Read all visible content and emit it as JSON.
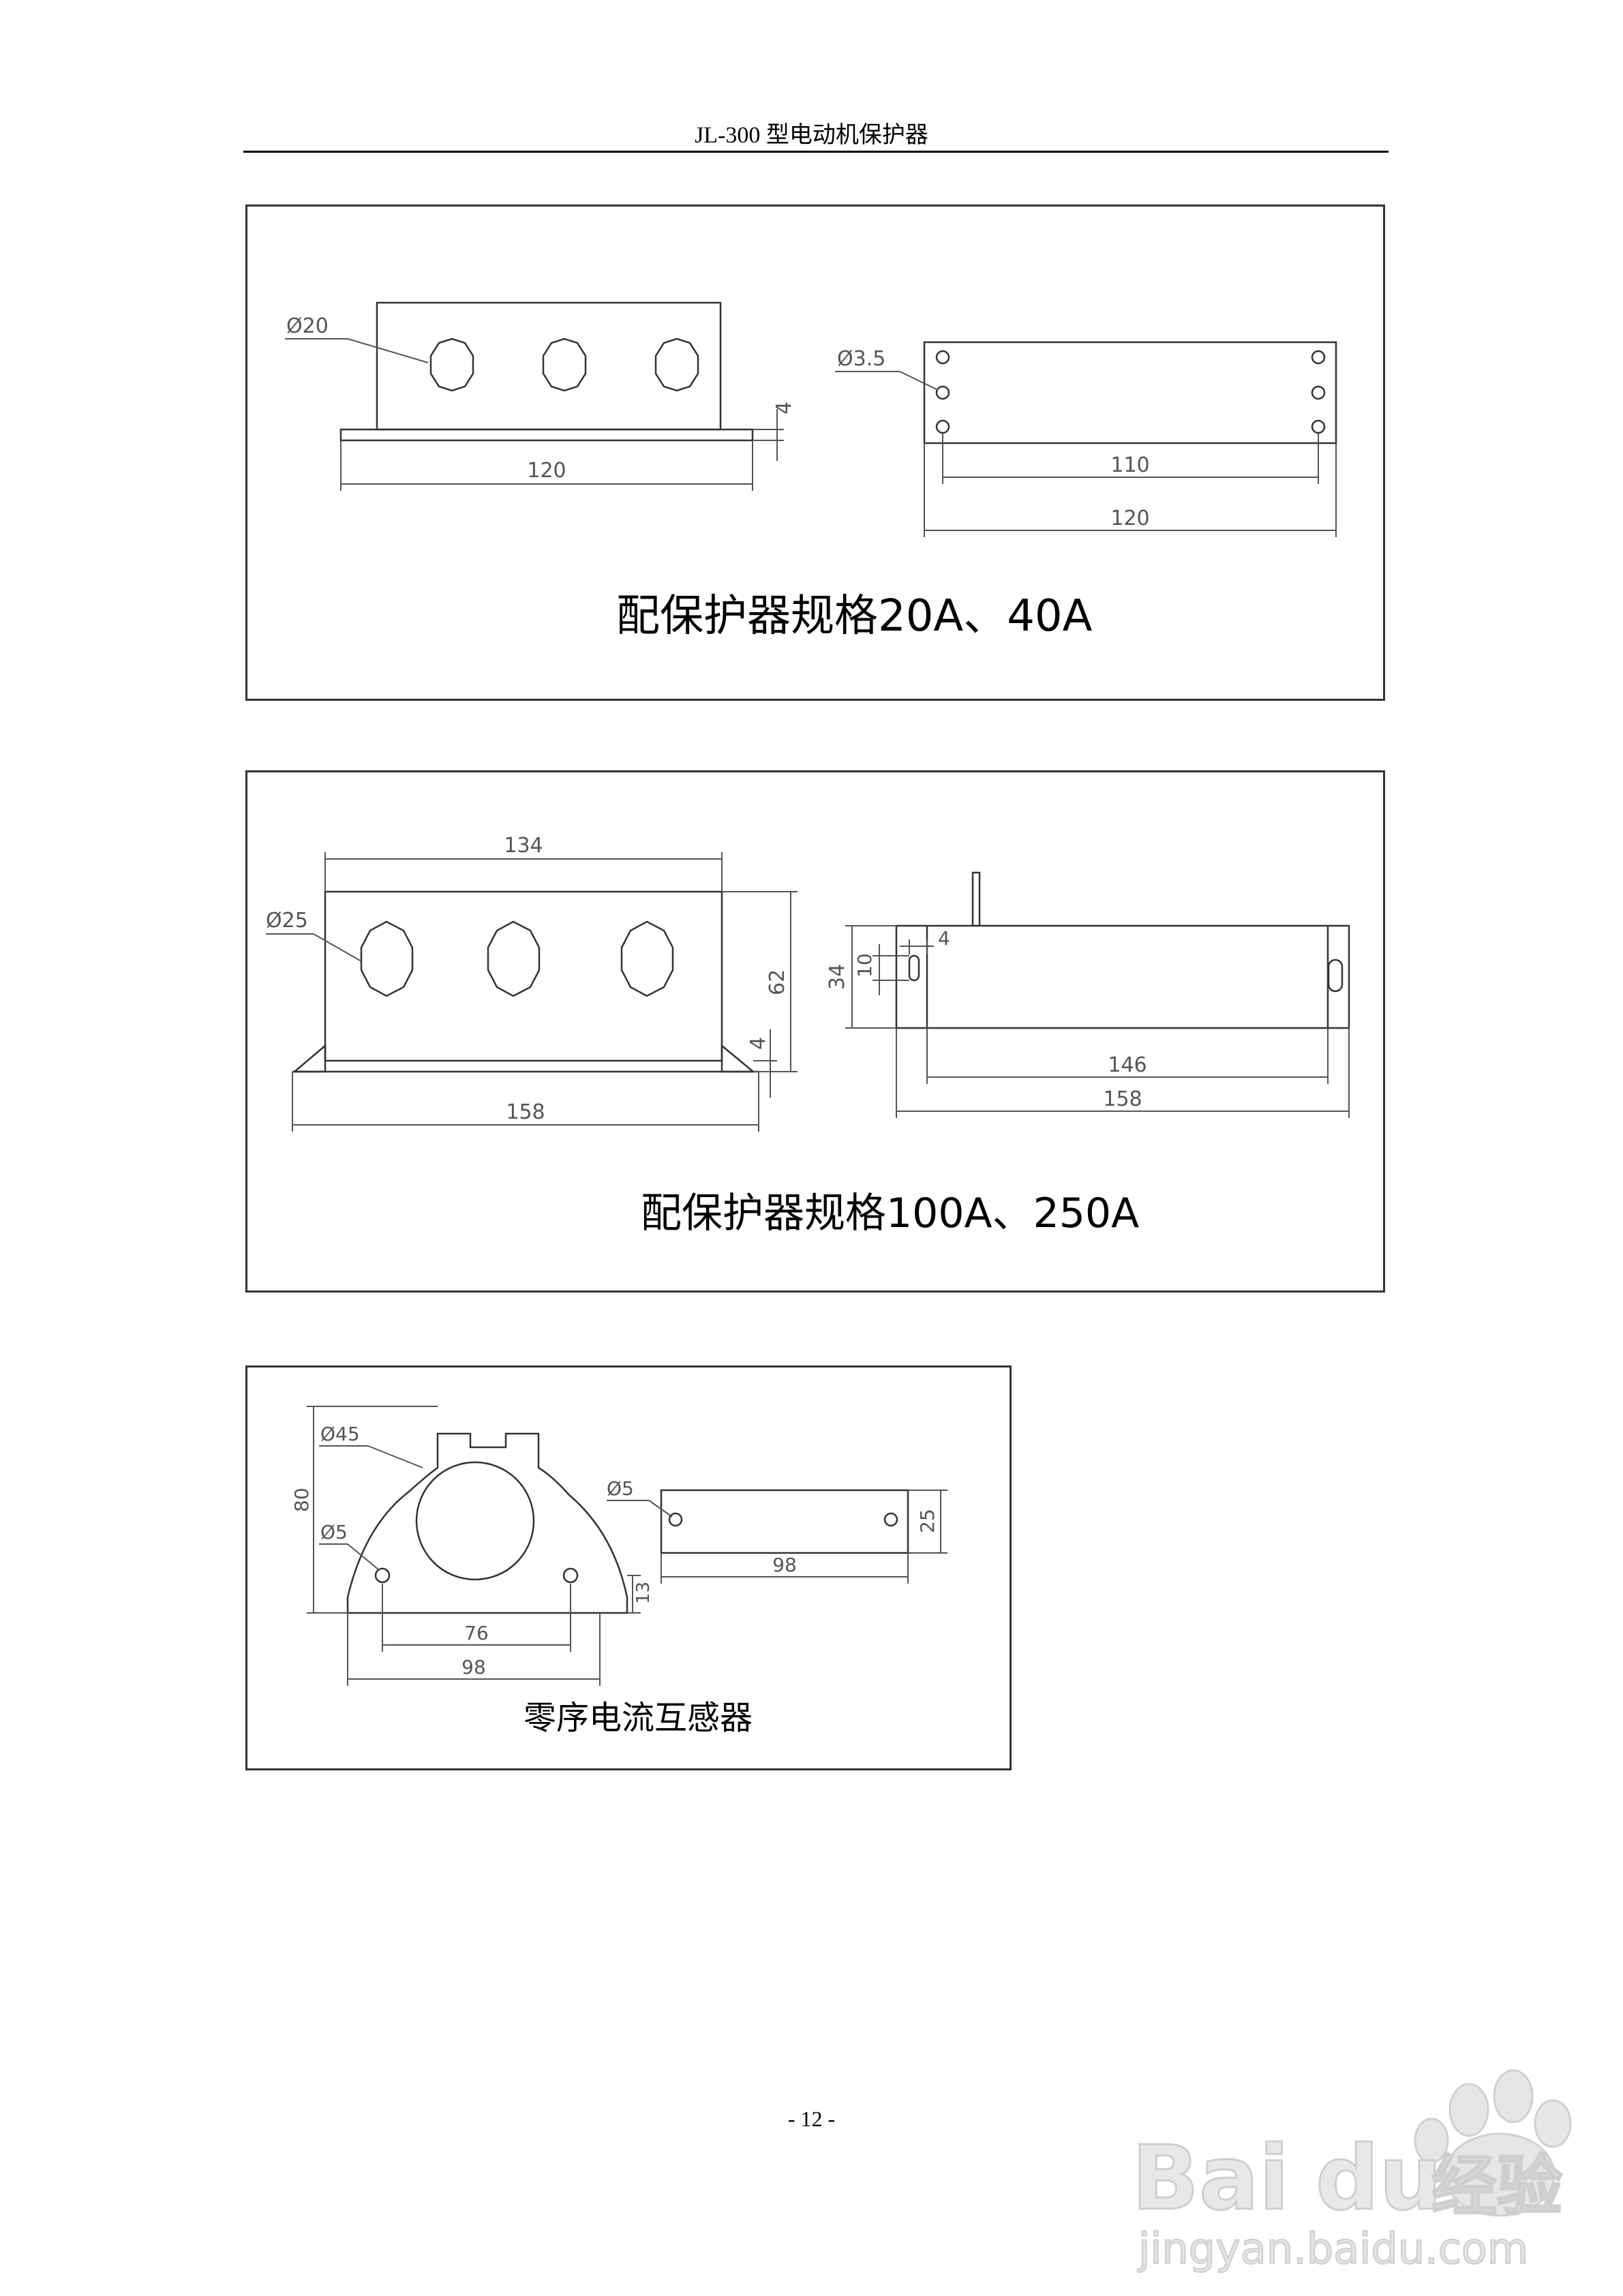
{
  "header": {
    "title": "JL-300 型电动机保护器"
  },
  "panel1": {
    "caption": "配保护器规格20A、40A",
    "left": {
      "hole_dia": "Ø20",
      "thickness": "4",
      "width": "120"
    },
    "right": {
      "hole_dia": "Ø3.5",
      "hole_span": "110",
      "width": "120"
    }
  },
  "panel2": {
    "caption": "配保护器规格100A、250A",
    "left": {
      "top_width": "134",
      "hole_dia": "Ø25",
      "height": "62",
      "thickness": "4",
      "width": "158"
    },
    "right": {
      "tab": "4",
      "slot": "10",
      "height": "34",
      "slot_span": "146",
      "width": "158"
    }
  },
  "panel3": {
    "caption": "零序电流互感器",
    "left": {
      "bore_dia": "Ø45",
      "height": "80",
      "hole_dia": "Ø5",
      "hole_height": "13",
      "hole_span": "76",
      "width": "98"
    },
    "right": {
      "hole_dia": "Ø5",
      "height": "25",
      "width": "98"
    }
  },
  "footer": {
    "page_number": "- 12 -"
  },
  "watermark": {
    "brand": "Baidu经验",
    "url": "jingyan.baidu.com"
  },
  "colors": {
    "line": "#333333",
    "dim": "#555555"
  }
}
